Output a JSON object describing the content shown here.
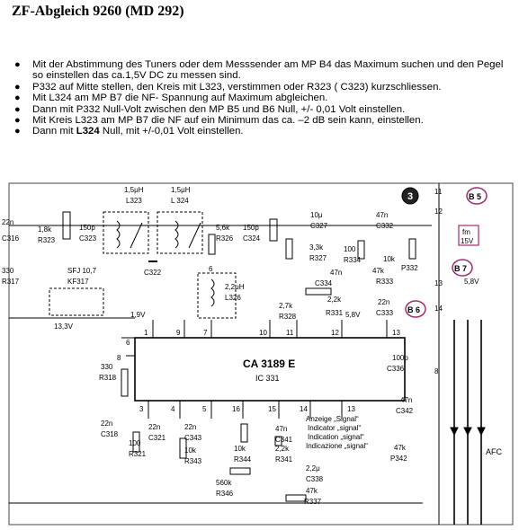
{
  "page": {
    "title": "ZF-Abgleich 9260 (MD 292)"
  },
  "steps": [
    {
      "text": "Mit der Abstimmung des Tuners oder dem Messsender am MP B4 das Maximum suchen und den Pegel so einstellen das ca.1,5V DC zu messen sind."
    },
    {
      "text": "P332 auf Mitte stellen, den Kreis mit L323, verstimmen oder R323 ( C323) kurzschliessen."
    },
    {
      "text": "Mit L324 am MP B7 die NF- Spannung auf Maximum abgleichen."
    },
    {
      "text": "Dann mit P332 Null-Volt zwischen den MP B5 und B6 Null, +/- 0,01 Volt einstellen."
    },
    {
      "text": "Mit Kreis L323 am MP B7 die NF auf ein Minimum das ca. –2 dB sein kann, einstellen."
    },
    {
      "pre": "Dann mit ",
      "bold": "L324",
      "post": " Null, mit +/-0,01 Volt einstellen."
    }
  ],
  "schematic": {
    "section_badge": "3",
    "ic_name": "CA 3189 E",
    "ic_ref": "IC 331",
    "measure_points": [
      "B 5",
      "B 7",
      "B 6"
    ],
    "tuning_info": [
      "fm",
      "15V"
    ],
    "components": {
      "c316": [
        "22n",
        "C316"
      ],
      "r323": [
        "1,8k",
        "R323"
      ],
      "c323": [
        "150p",
        "C323"
      ],
      "l323": [
        "1,5μH",
        "L323"
      ],
      "l324": [
        "1,5μH",
        "L 324"
      ],
      "c322": "C322",
      "r326": [
        "5,6k",
        "R326"
      ],
      "c324": [
        "150p",
        "C324"
      ],
      "c327": [
        "10μ",
        "C327"
      ],
      "c332": [
        "47n",
        "C332"
      ],
      "r327": [
        "3,3k",
        "R327"
      ],
      "r334": [
        "100",
        "R334"
      ],
      "c334": [
        "47n",
        "C334"
      ],
      "r333": [
        "47k",
        "R333"
      ],
      "p332": [
        "10k",
        "P332"
      ],
      "r331": [
        "2,2k",
        "R331"
      ],
      "c333": [
        "22n",
        "C333"
      ],
      "r328": [
        "2,7k",
        "R328"
      ],
      "l326": [
        "2,2μH",
        "L326"
      ],
      "kf317": [
        "SFJ 10,7",
        "KF317"
      ],
      "r317": [
        "330",
        "R317"
      ],
      "r318": [
        "330",
        "R318"
      ],
      "c336": [
        "100p",
        "C336"
      ],
      "c342": [
        "47n",
        "C342"
      ],
      "c318": [
        "22n",
        "C318"
      ],
      "r321": [
        "100",
        "R321"
      ],
      "c321": [
        "22n",
        "C321"
      ],
      "c343": [
        "22n",
        "C343"
      ],
      "r343": [
        "10k",
        "R343"
      ],
      "r344": [
        "10k",
        "R344"
      ],
      "r346": [
        "560k",
        "R346"
      ],
      "c341": [
        "47n",
        "C341"
      ],
      "r341": [
        "2,2k",
        "R341"
      ],
      "c338": [
        "2,2μ",
        "C338"
      ],
      "r337": [
        "47k",
        "R337"
      ],
      "p342": [
        "47k",
        "P342"
      ]
    },
    "voltages": [
      "1,9V",
      "5,8V",
      "5,8V",
      "13,3V"
    ],
    "pins_top": [
      "1",
      "9",
      "7",
      "10",
      "11",
      "12",
      "13"
    ],
    "pins_bottom": [
      "3",
      "4",
      "5",
      "16",
      "15",
      "14",
      "13"
    ],
    "pins_left": [
      "6",
      "8"
    ],
    "connector_pins": [
      "11",
      "12",
      "13",
      "14",
      "8"
    ],
    "indicator_lines": [
      "Anzeige „Signal“",
      "Indicator „signal“",
      "Indication „signal“",
      "Indicazione „signal“"
    ],
    "afc_label": "AFC"
  }
}
